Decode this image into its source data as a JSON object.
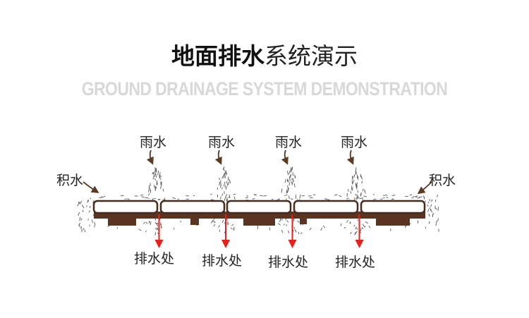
{
  "title": {
    "bold": "地面排水",
    "light": "系统演示"
  },
  "subtitle": "GROUND DRAINAGE SYSTEM DEMONSTRATION",
  "labels": {
    "rain": [
      "雨水",
      "雨水",
      "雨水",
      "雨水"
    ],
    "standing_left": "积水",
    "standing_right": "积水",
    "drain": [
      "排水处",
      "排水处",
      "排水处",
      "排水处"
    ]
  },
  "colors": {
    "tile_fill": "#ffffff",
    "tile_stroke": "#4a2a1a",
    "base": "#5a3420",
    "arrow_brown": "#5a3b22",
    "arrow_red": "#e8201a",
    "splash": "#555555"
  }
}
